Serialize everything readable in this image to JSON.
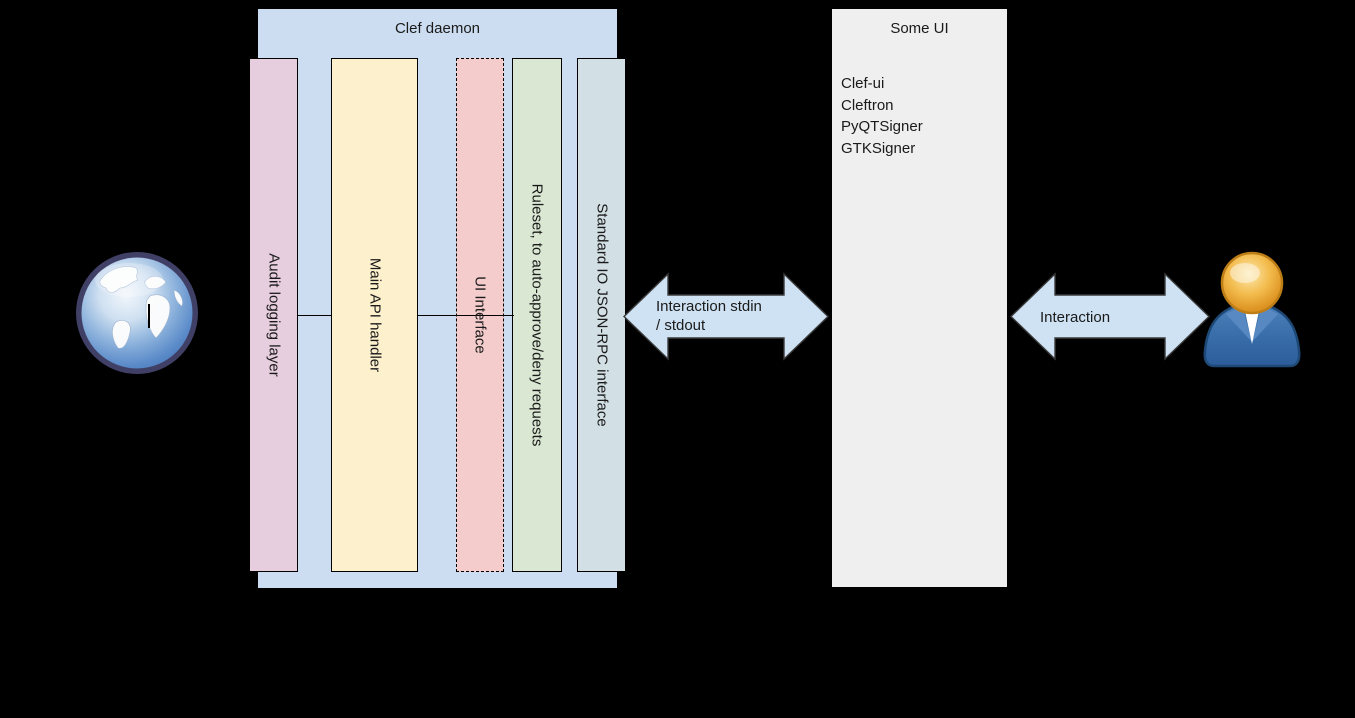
{
  "background": "#000000",
  "clef_daemon": {
    "title": "Clef daemon",
    "fill": "#cdddf1",
    "bars": [
      {
        "label": "Audit logging layer",
        "fill": "#e7cede",
        "border": "solid"
      },
      {
        "label": "Main API handler",
        "fill": "#fdf0cd",
        "border": "solid"
      },
      {
        "label": "UI Interface",
        "fill": "#f4cccc",
        "border": "dashed"
      },
      {
        "label": "Ruleset, to auto-approve/deny requests",
        "fill": "#d9e7d3",
        "border": "solid"
      },
      {
        "label": "Standard IO JSON-RPC interface",
        "fill": "#d2dfe5",
        "border": "solid"
      }
    ]
  },
  "some_ui": {
    "title": "Some UI",
    "fill": "#efefef",
    "items": [
      "Clef-ui",
      "Cleftron",
      "PyQTSigner",
      "GTKSigner"
    ]
  },
  "arrows": {
    "stdio": {
      "line1": "Interaction stdin",
      "line2": "/ stdout",
      "fill": "#cfe2f3"
    },
    "user": {
      "label": "Interaction",
      "fill": "#cfe2f3"
    }
  },
  "icons": {
    "globe": "globe-icon",
    "person": "person-icon"
  }
}
